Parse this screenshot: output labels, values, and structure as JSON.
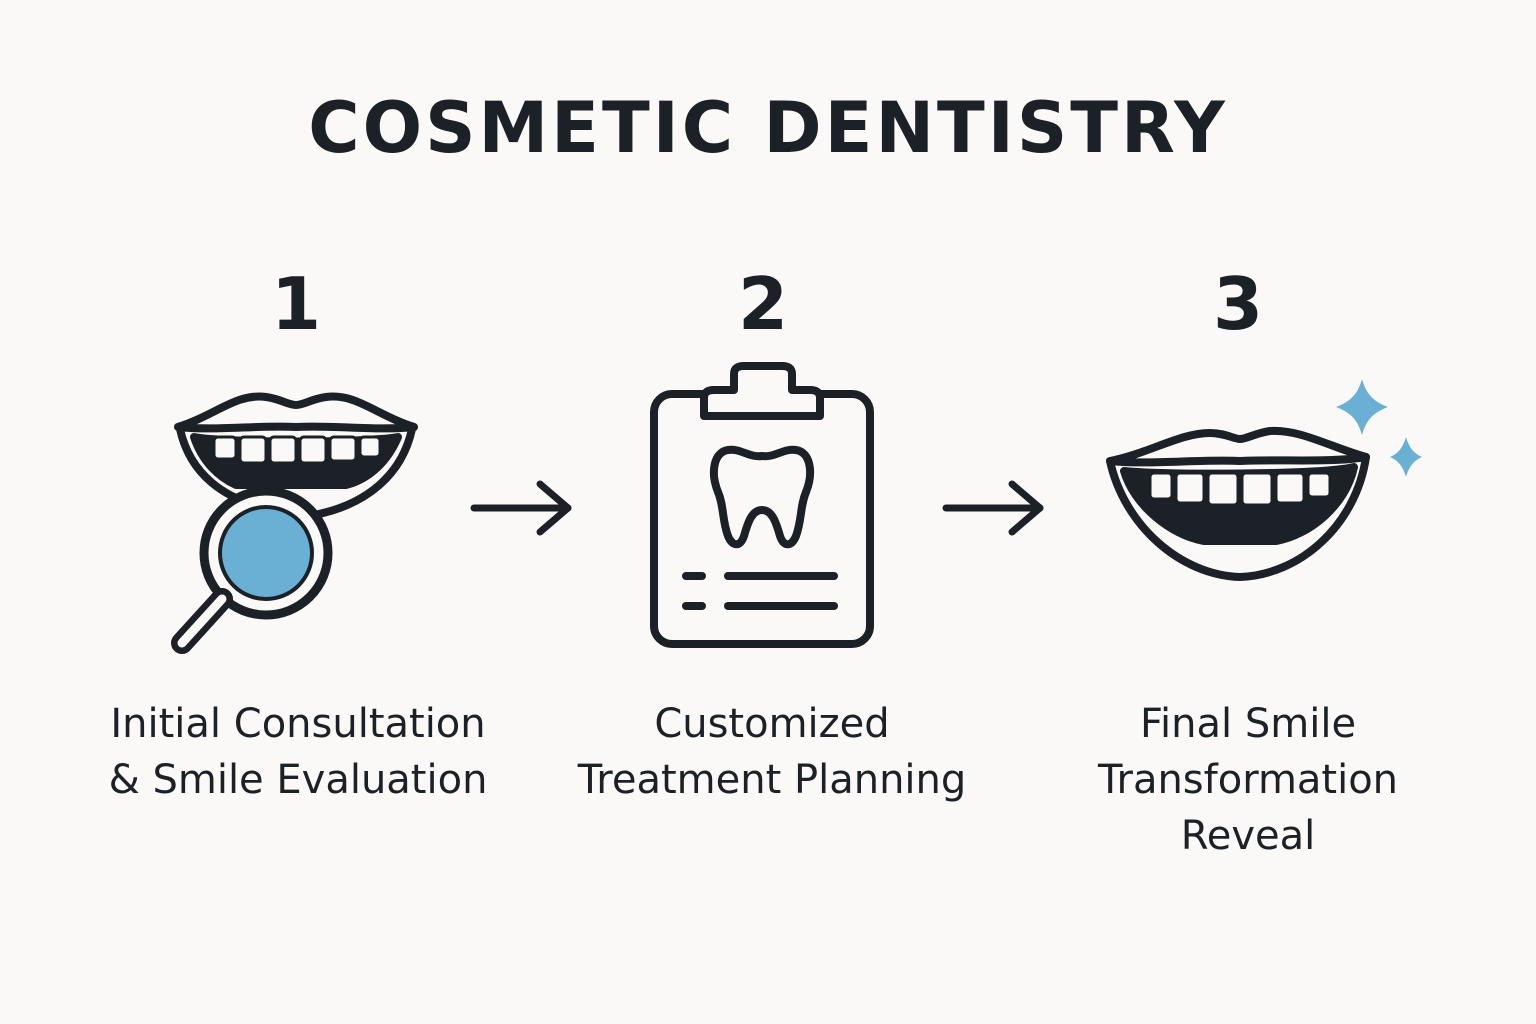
{
  "title": "COSMETIC DENTISTRY",
  "colors": {
    "ink": "#1b2126",
    "accent_blue": "#6aafd4",
    "background": "#faf9f7"
  },
  "steps": [
    {
      "number": "1",
      "label": "Initial Consultation\n& Smile Evaluation",
      "icon": "smile-magnifier-icon"
    },
    {
      "number": "2",
      "label": "Customized\nTreatment Planning",
      "icon": "clipboard-tooth-icon"
    },
    {
      "number": "3",
      "label": "Final Smile\nTransformation\nReveal",
      "icon": "sparkling-smile-icon"
    }
  ],
  "connectors": [
    "arrow-right-icon",
    "arrow-right-icon"
  ]
}
